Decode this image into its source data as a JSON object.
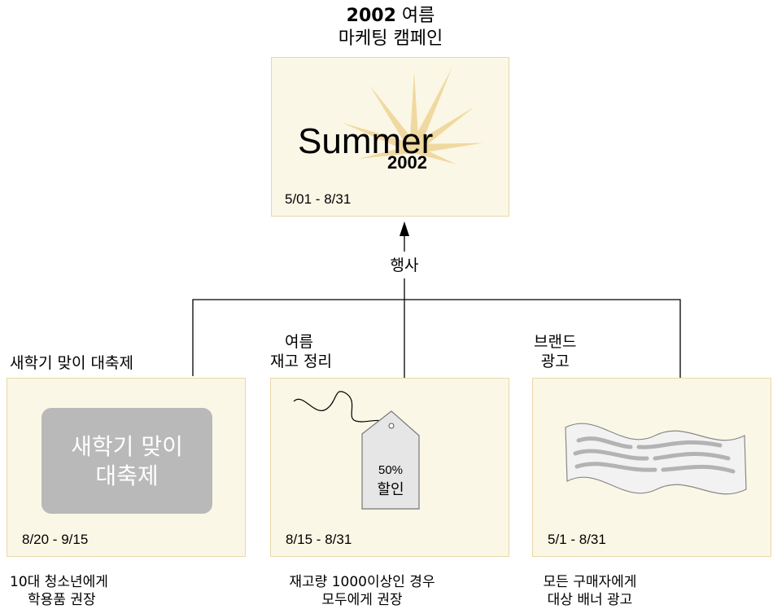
{
  "title": {
    "year": "2002",
    "line1_rest": " 여름",
    "line2": "마케팅 캠페인"
  },
  "campaign_card": {
    "summer_word": "Summer",
    "summer_year": "2002",
    "date": "5/01 - 8/31"
  },
  "connector_label": "행사",
  "cards": [
    {
      "heading": "새학기 맞이 대축제",
      "banner_line1": "새학기 맞이",
      "banner_line2": "대축제",
      "date": "8/20 - 9/15",
      "note_line1": "10대 청소년에게",
      "note_line2": "학용품 권장"
    },
    {
      "heading_line1": "여름",
      "heading_line2": "재고 정리",
      "tag_percent": "50%",
      "tag_label": "할인",
      "date": "8/15 - 8/31",
      "note_line1": "재고량 1000이상인 경우",
      "note_line2": "모두에게 권장"
    },
    {
      "heading_line1": "브랜드",
      "heading_line2": "광고",
      "date": "5/1 - 8/31",
      "note_line1": "모든 구매자에게",
      "note_line2": "대상 배너 광고"
    }
  ],
  "colors": {
    "card_bg": "#fbf7e6",
    "card_border": "#e8d8a8",
    "sunburst": "#f0d9a0",
    "banner_gray": "#b9b9b9"
  }
}
